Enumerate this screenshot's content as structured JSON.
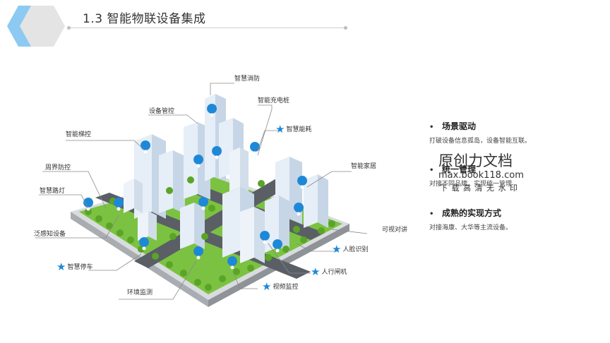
{
  "header": {
    "title": "1.3  智能物联设备集成"
  },
  "diagram": {
    "labels": [
      {
        "id": "xiaofang",
        "text": "智慧消防",
        "star": false
      },
      {
        "id": "shebei",
        "text": "设备管控",
        "star": false
      },
      {
        "id": "chongdian",
        "text": "智能充电桩",
        "star": false
      },
      {
        "id": "nenghao",
        "text": "智慧能耗",
        "star": true
      },
      {
        "id": "tikong",
        "text": "智能梯控",
        "star": false
      },
      {
        "id": "jiaju",
        "text": "智能家居",
        "star": false
      },
      {
        "id": "zhoujie",
        "text": "周界防控",
        "star": false
      },
      {
        "id": "ludeng",
        "text": "智慧路灯",
        "star": false
      },
      {
        "id": "duijiang",
        "text": "可视对讲",
        "star": false
      },
      {
        "id": "fangan",
        "text": "泛感知设备",
        "star": false
      },
      {
        "id": "renlian",
        "text": "人脸识别",
        "star": true
      },
      {
        "id": "tingche",
        "text": "智慧停车",
        "star": true
      },
      {
        "id": "zhaji",
        "text": "人行闸机",
        "star": true
      },
      {
        "id": "jiance",
        "text": "环境监测",
        "star": false
      },
      {
        "id": "jiankong",
        "text": "视频监控",
        "star": true
      }
    ],
    "colors": {
      "accent": "#1e88d8",
      "building": "#e3edf7",
      "tree": "#6ab42e",
      "road": "#5a5f66",
      "ground": "#b5b9bd"
    }
  },
  "bullets": [
    {
      "marker": "•",
      "title": "场景驱动",
      "desc": "打破设备信息孤岛，设备智能互联。"
    },
    {
      "marker": "•",
      "title": "统一管理",
      "desc": "对接不同品牌，实现统一管理"
    },
    {
      "marker": "•",
      "title": "成熟的实现方式",
      "desc": "对接海康、大华等主流设备。"
    }
  ],
  "watermark": {
    "line1": "原创力文档",
    "line2": "max.book118.com",
    "line3": "下 载 高 清 无 水 印"
  }
}
